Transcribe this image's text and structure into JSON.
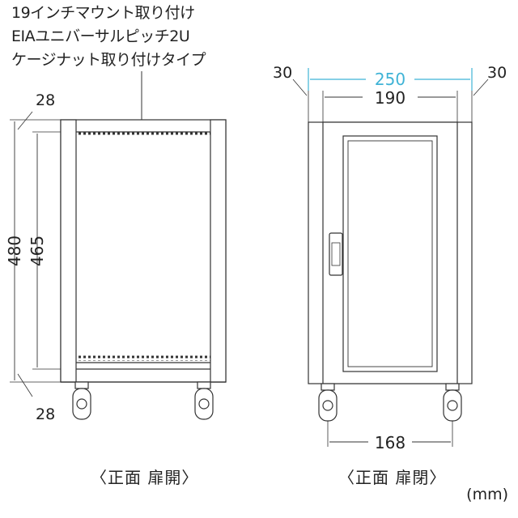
{
  "note_lines": [
    "19インチマウント取り付け",
    "EIAユニバーサルピッチ2U",
    "ケージナット取り付けタイプ"
  ],
  "front_open": {
    "caption": "〈正面 扉開〉",
    "dim_top_offset": "28",
    "dim_bottom_offset": "28",
    "dim_total_height": "480",
    "dim_rail_height": "465"
  },
  "front_closed": {
    "caption": "〈正面 扉閉〉",
    "dim_total_width": "250",
    "dim_inner_width": "190",
    "dim_left_side": "30",
    "dim_right_side": "30",
    "dim_caster_span": "168"
  },
  "unit": "(mm)",
  "colors": {
    "line": "#333333",
    "highlight_dim": "#3fb3d6",
    "panel_fill": "#ffffff"
  }
}
